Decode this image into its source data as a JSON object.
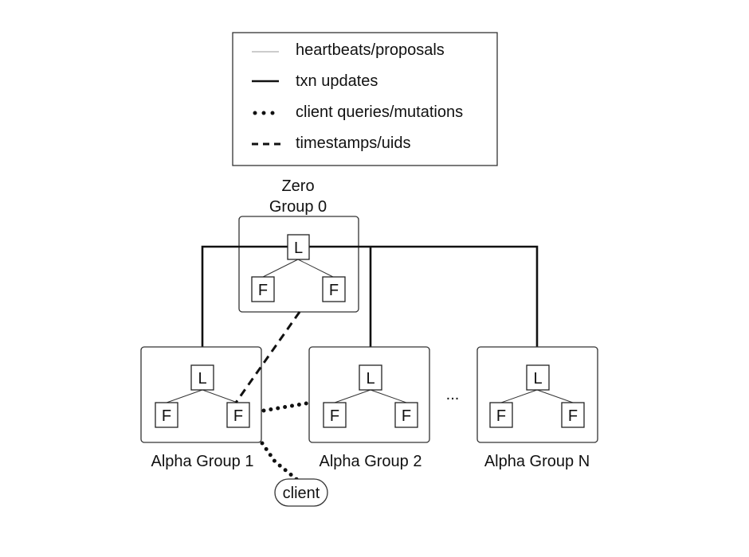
{
  "legend": {
    "items": [
      {
        "style": "thin-line",
        "label": "heartbeats/proposals"
      },
      {
        "style": "thick-line",
        "label": "txn updates"
      },
      {
        "style": "dotted-line",
        "label": "client queries/mutations"
      },
      {
        "style": "dashed-line",
        "label": "timestamps/uids"
      }
    ]
  },
  "zero_group": {
    "title_line1": "Zero",
    "title_line2": "Group 0",
    "leader": "L",
    "follower": "F"
  },
  "alpha_groups": [
    {
      "name": "Alpha Group 1",
      "leader": "L",
      "follower": "F"
    },
    {
      "name": "Alpha Group 2",
      "leader": "L",
      "follower": "F"
    },
    {
      "name": "Alpha Group N",
      "leader": "L",
      "follower": "F"
    }
  ],
  "ellipsis": "...",
  "client": "client",
  "colors": {
    "line": "#111111",
    "heartbeat_line": "#9a9a9a",
    "box_border": "#333333"
  }
}
